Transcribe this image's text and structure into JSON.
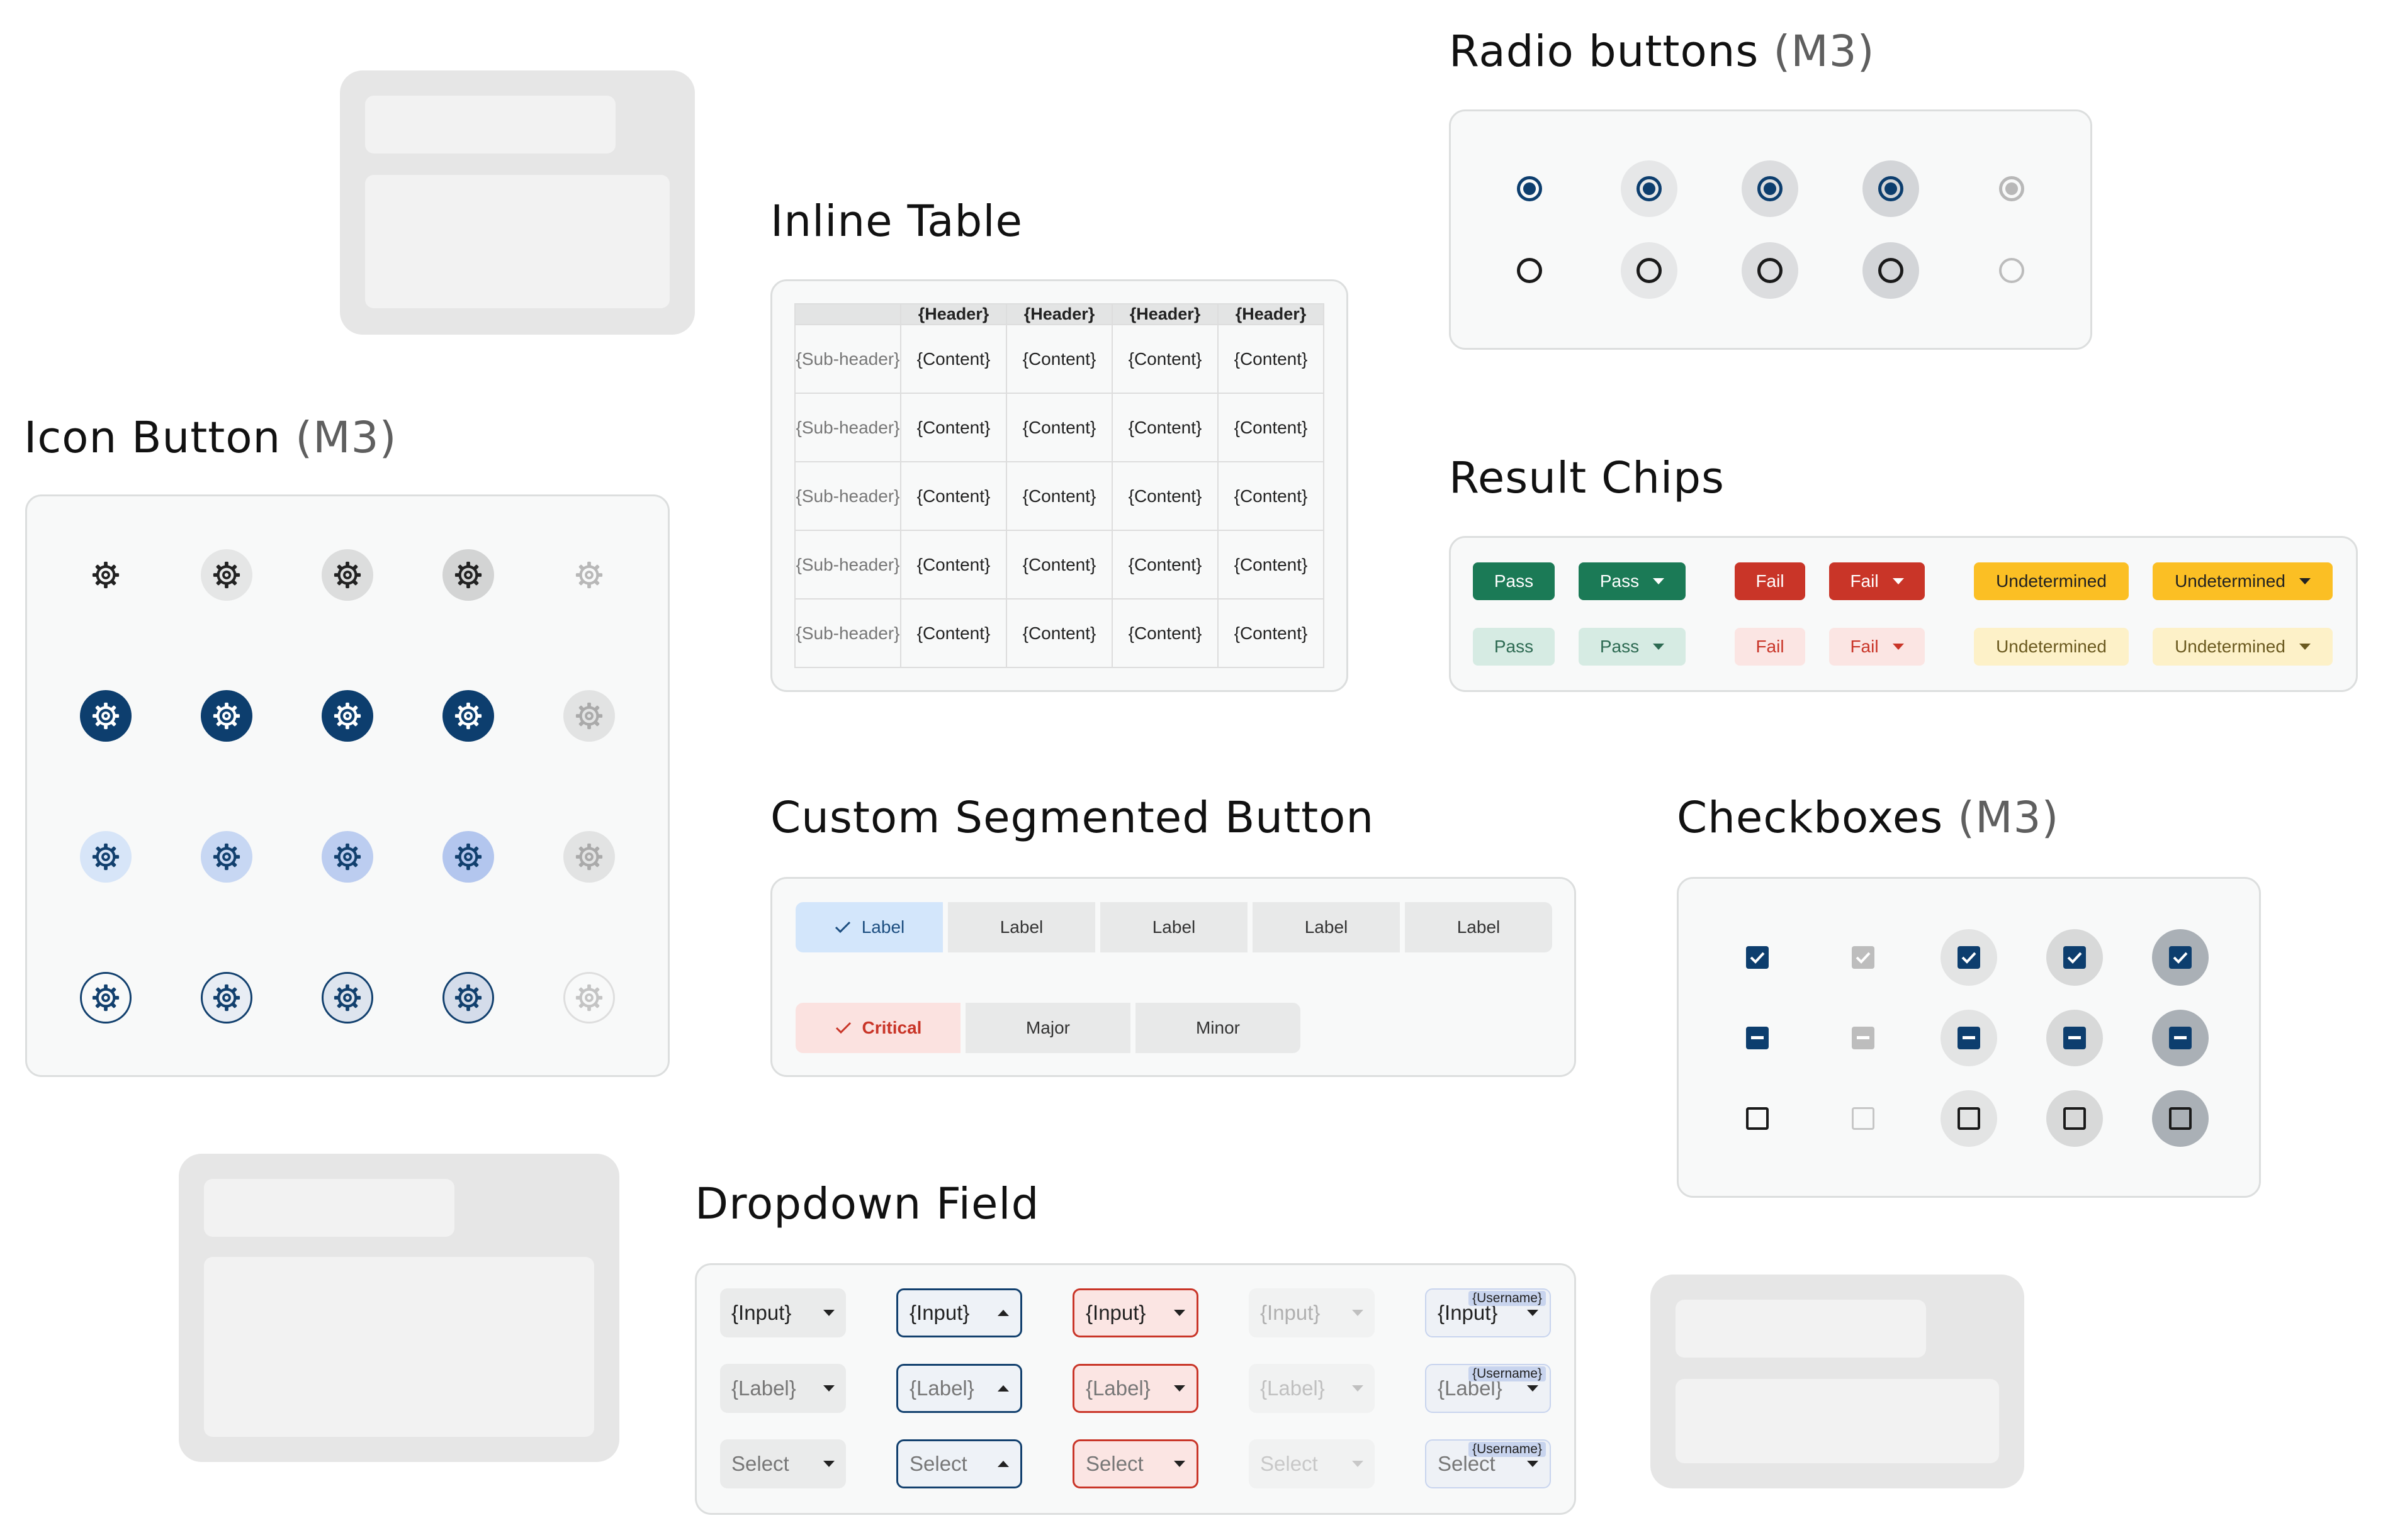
{
  "titles": {
    "radio": {
      "main": "Radio buttons",
      "suffix": "(M3)"
    },
    "inline_table": {
      "main": "Inline Table"
    },
    "icon_button": {
      "main": "Icon Button",
      "suffix": "(M3)"
    },
    "result_chips": {
      "main": "Result Chips"
    },
    "segmented": {
      "main": "Custom Segmented Button"
    },
    "checkboxes": {
      "main": "Checkboxes",
      "suffix": "(M3)"
    },
    "dropdown": {
      "main": "Dropdown Field"
    }
  },
  "colors": {
    "primary": "#0d3e6e",
    "primary_light": "#c2d3f2",
    "pass": "#1b7a56",
    "pass_light": "#d6ebe3",
    "fail": "#c93528",
    "fail_light": "#fbe5e3",
    "undetermined": "#fbbf24",
    "undetermined_light": "#fdf1c8",
    "disabled": "#b8b8b8"
  },
  "icon": "gear-icon",
  "inline_table": {
    "headers": [
      "",
      "{Header}",
      "{Header}",
      "{Header}",
      "{Header}"
    ],
    "rows": [
      [
        "{Sub-header}",
        "{Content}",
        "{Content}",
        "{Content}",
        "{Content}"
      ],
      [
        "{Sub-header}",
        "{Content}",
        "{Content}",
        "{Content}",
        "{Content}"
      ],
      [
        "{Sub-header}",
        "{Content}",
        "{Content}",
        "{Content}",
        "{Content}"
      ],
      [
        "{Sub-header}",
        "{Content}",
        "{Content}",
        "{Content}",
        "{Content}"
      ],
      [
        "{Sub-header}",
        "{Content}",
        "{Content}",
        "{Content}",
        "{Content}"
      ]
    ]
  },
  "result_chips": {
    "pass": "Pass",
    "fail": "Fail",
    "undetermined": "Undetermined"
  },
  "segmented": {
    "row1": [
      "Label",
      "Label",
      "Label",
      "Label",
      "Label"
    ],
    "row2": [
      "Critical",
      "Major",
      "Minor"
    ]
  },
  "dropdown": {
    "rows": [
      "{Input}",
      "{Label}",
      "Select"
    ],
    "username_tag": "{Username}"
  }
}
